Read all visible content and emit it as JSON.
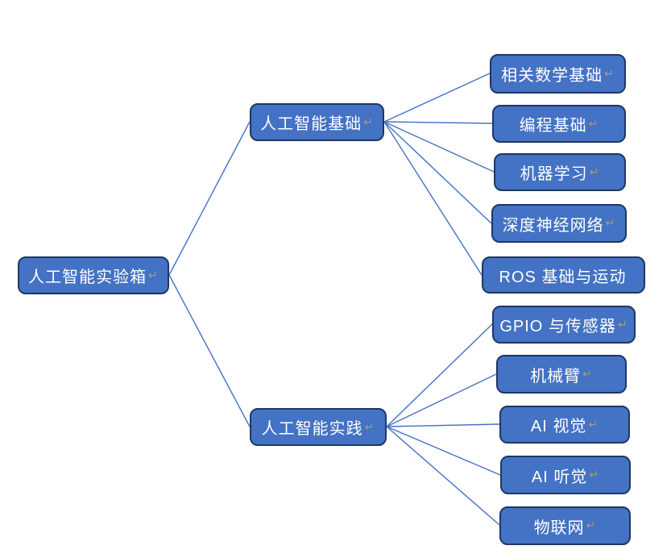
{
  "diagram": {
    "title": "AI experiment box curriculum tree",
    "colors": {
      "node_fill": "#4472C4",
      "node_border": "#1F3864",
      "connector": "#4472C4",
      "text": "#FFFFFF",
      "return_mark": "#A79B81"
    },
    "return_mark_glyph": "↵",
    "root": {
      "label": "人工智能实验箱",
      "mark": "↵"
    },
    "branches": [
      {
        "label": "人工智能基础",
        "mark": "↵",
        "children": [
          {
            "label": "相关数学基础",
            "mark": "↵"
          },
          {
            "label": "编程基础",
            "mark": "↵"
          },
          {
            "label": "机器学习",
            "mark": "↵"
          },
          {
            "label": "深度神经网络",
            "mark": "↵"
          },
          {
            "label": "ROS 基础与运动",
            "mark": ""
          }
        ]
      },
      {
        "label": "人工智能实践",
        "mark": "↵",
        "children": [
          {
            "label": "GPIO 与传感器",
            "mark": "↵"
          },
          {
            "label": "机械臂",
            "mark": "↵"
          },
          {
            "label": "AI 视觉",
            "mark": "↵"
          },
          {
            "label": "AI 听觉",
            "mark": "↵"
          },
          {
            "label": "物联网",
            "mark": "↵"
          }
        ]
      }
    ]
  }
}
